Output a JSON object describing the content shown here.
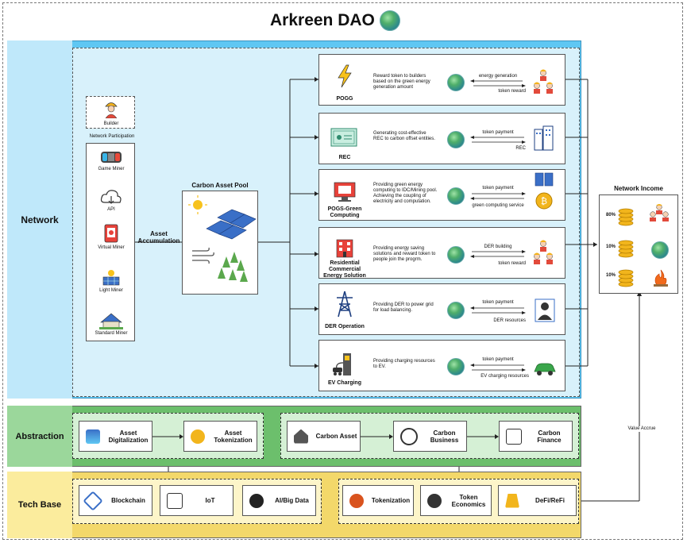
{
  "title": "Arkreen DAO",
  "network": {
    "label": "Network",
    "builder": "Builder",
    "participation": "Network Participation",
    "miners": [
      "Game Miner",
      "API",
      "Virtual Miner",
      "Light Miner",
      "Standard Miner"
    ],
    "accumulation": "Asset Accumulation",
    "pool_title": "Carbon Asset Pool",
    "income_title": "Network Income",
    "income": [
      {
        "pct": "80%"
      },
      {
        "pct": "10%"
      },
      {
        "pct": "10%"
      }
    ],
    "value_accrue": "Value Accrue",
    "apps": [
      {
        "name": "POGG",
        "desc": "Reward token to builders based on the green energy generation amount",
        "top": "energy generation",
        "bottom": "token reward"
      },
      {
        "name": "REC",
        "desc": "Generating cost-effective REC to carbon offset entities.",
        "top": "token payment",
        "bottom": "REC"
      },
      {
        "name": "POGS-Green Computing",
        "desc": "Providing green energy computing to IDC/Mining pool. Achieving the coupling of electricity and computation.",
        "top": "token payment",
        "bottom": "green computing service"
      },
      {
        "name": "Residential Commercial Energy Solution",
        "desc": "Providing energy saving solutions and reward token to people join the progrm.",
        "top": "DER building",
        "bottom": "token reward"
      },
      {
        "name": "DER Operation",
        "desc": "Providing DER to power grid for load balancing.",
        "top": "token payment",
        "bottom": "DER resources"
      },
      {
        "name": "EV Charging",
        "desc": "Providing charging resources to EV.",
        "top": "token payment",
        "bottom": "EV charging resources"
      }
    ]
  },
  "abstraction": {
    "label": "Abstraction",
    "left": [
      "Asset Digitalization",
      "Asset Tokenization"
    ],
    "right": [
      "Carbon Asset",
      "Carbon Business",
      "Carbon Finance"
    ]
  },
  "techbase": {
    "label": "Tech Base",
    "left": [
      "Blockchain",
      "IoT",
      "AI/Big Data"
    ],
    "right": [
      "Tokenization",
      "Token Economics",
      "DeFi/ReFi"
    ]
  }
}
